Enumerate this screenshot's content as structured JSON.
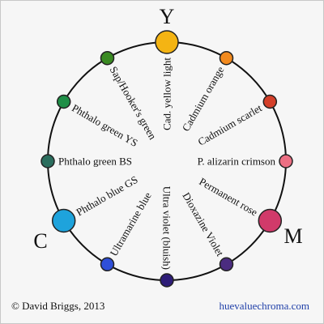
{
  "primaries": {
    "y": "Y",
    "m": "M",
    "c": "C"
  },
  "footer": {
    "copyright": "© David Briggs, 2013",
    "site": "huevaluechroma.com"
  },
  "swatches": [
    {
      "id": "cad-yellow-light",
      "label": "Cad. yellow light",
      "color": "#f4b413",
      "size": "large"
    },
    {
      "id": "cadmium-orange",
      "label": "Cadmium orange",
      "color": "#f28a1e",
      "size": "small"
    },
    {
      "id": "cadmium-scarlet",
      "label": "Cadmium scarlet",
      "color": "#d4402a",
      "size": "small"
    },
    {
      "id": "p-alizarin-crimson",
      "label": "P. alizarin crimson",
      "color": "#ec6f83",
      "size": "small"
    },
    {
      "id": "permanent-rose",
      "label": "Permanent rose",
      "color": "#d13a6a",
      "size": "large"
    },
    {
      "id": "dioxazine-violet",
      "label": "Dioxazine Violet",
      "color": "#4b2c80",
      "size": "small"
    },
    {
      "id": "ultra-violet-bluish",
      "label": "Ultra violet (bluish)",
      "color": "#2e1d78",
      "size": "small"
    },
    {
      "id": "ultramarine-blue",
      "label": "Ultramarine blue",
      "color": "#2f4fd8",
      "size": "small"
    },
    {
      "id": "phthalo-blue-gs",
      "label": "Phthalo blue GS",
      "color": "#1ea3dc",
      "size": "large"
    },
    {
      "id": "phthalo-green-bs",
      "label": "Phthalo green BS",
      "color": "#2b6e5e",
      "size": "small"
    },
    {
      "id": "phthalo-green-ys",
      "label": "Phthalo green YS",
      "color": "#1f8f47",
      "size": "small"
    },
    {
      "id": "sap-hookers-green",
      "label": "Sap/Hooker's green",
      "color": "#3a8a22",
      "size": "small"
    }
  ]
}
